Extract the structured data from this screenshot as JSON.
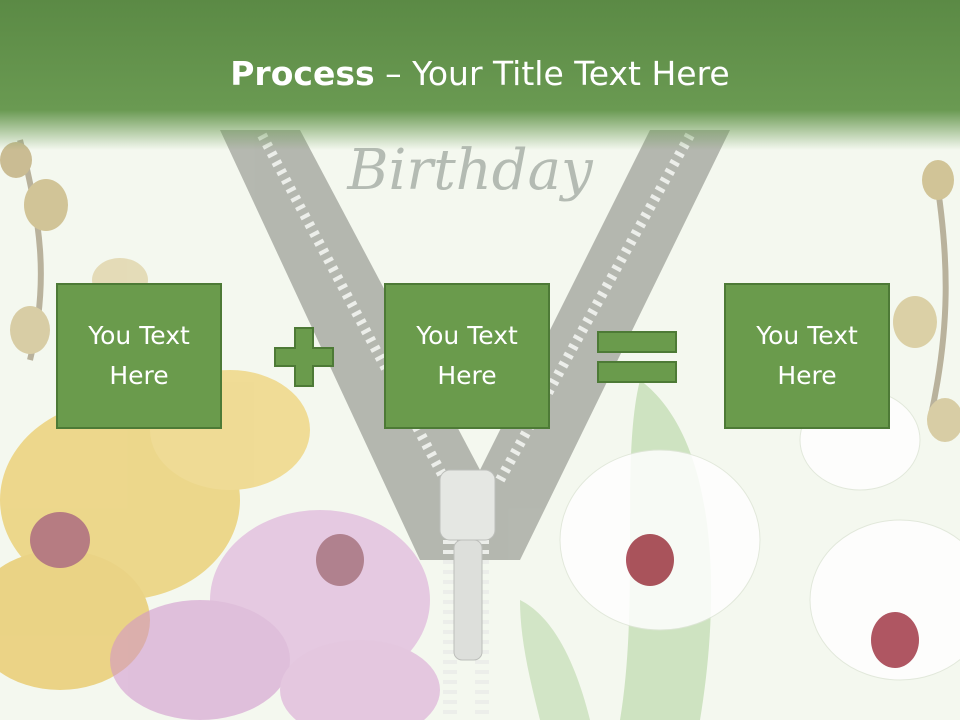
{
  "title": {
    "bold": "Process",
    "rest": " – Your Title Text Here"
  },
  "boxes": [
    {
      "text": "You Text Here"
    },
    {
      "text": "You Text Here"
    },
    {
      "text": "You Text Here"
    }
  ],
  "operators": [
    "plus",
    "equals"
  ],
  "background_text": "Birthday",
  "colors": {
    "title_bar": "#5b8a45",
    "box_fill": "#6a9b4c",
    "box_border": "#4d7a36",
    "text": "#ffffff"
  }
}
